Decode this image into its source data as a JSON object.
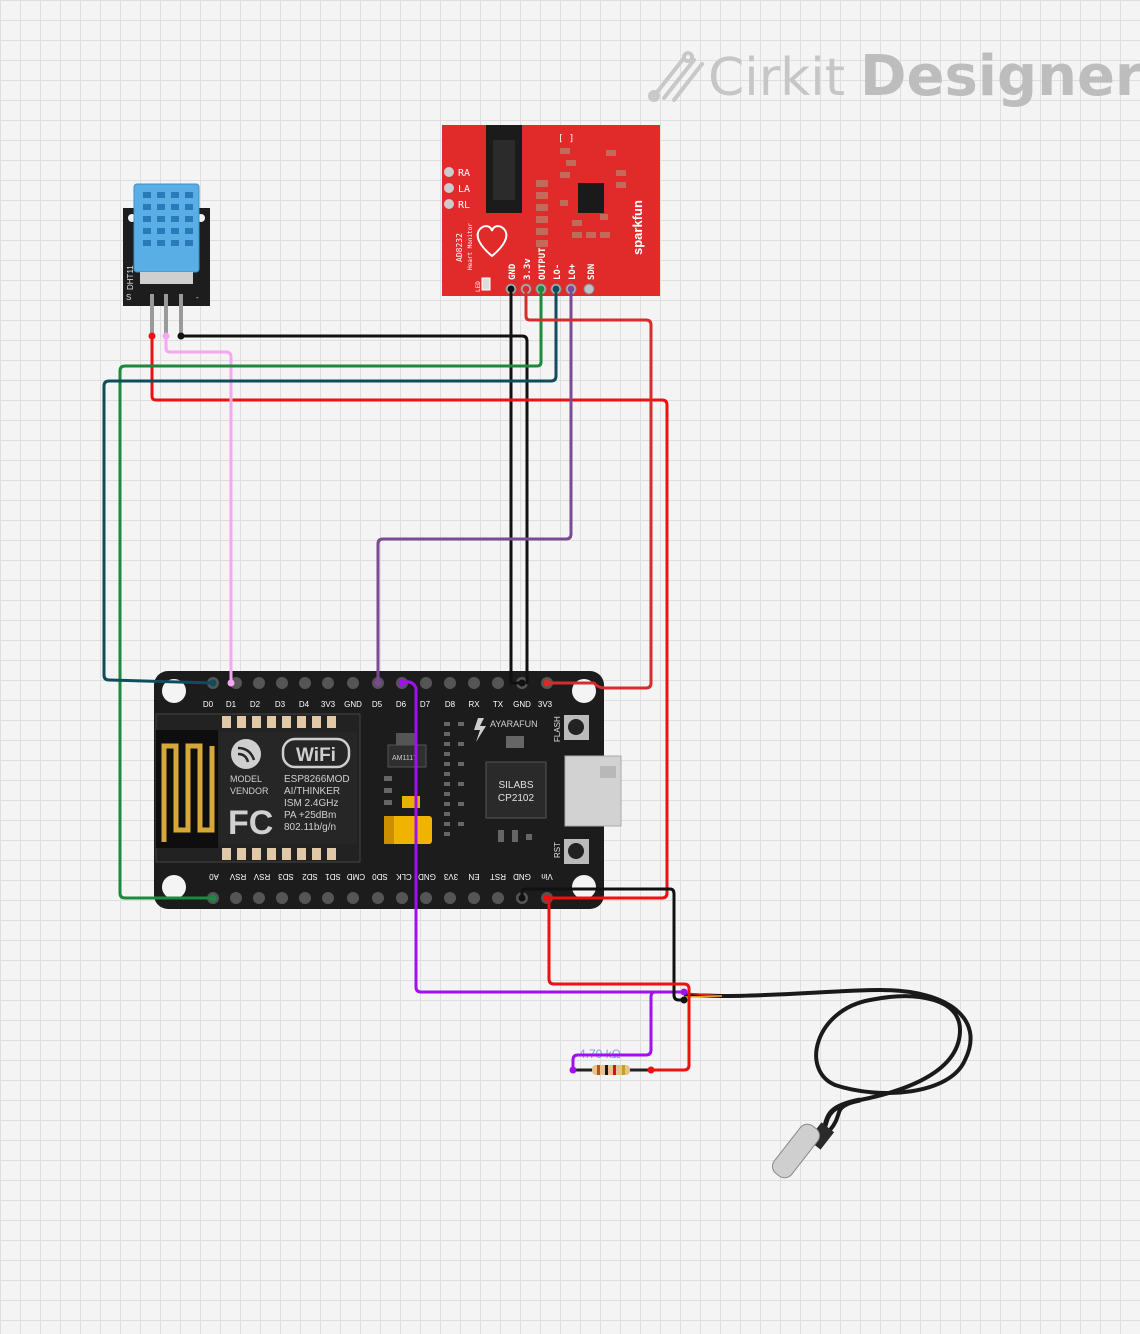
{
  "brand": {
    "name_light": "Cirkit",
    "name_bold": "Designer",
    "icon": "cirkit-logo-icon"
  },
  "ecg": {
    "chip": "AD8232",
    "subtitle": "Heart Monitor",
    "maker": "sparkfun",
    "side_pads": [
      "RA",
      "LA",
      "RL"
    ],
    "pins": [
      "GND",
      "3.3v",
      "OUTPUT",
      "LO-",
      "LO+",
      "SDN"
    ],
    "led_label": "LED",
    "bracket": "[ ]",
    "heart_icon": "heart-icon"
  },
  "dht": {
    "side_label": "DHT11",
    "pins": [
      "S",
      "",
      "-"
    ]
  },
  "nodemcu": {
    "top_pins": [
      "D0",
      "D1",
      "D2",
      "D3",
      "D4",
      "3V3",
      "GND",
      "D5",
      "D6",
      "D7",
      "D8",
      "RX",
      "TX",
      "GND",
      "3V3"
    ],
    "bottom_pins": [
      "A0",
      "RSV",
      "RSV",
      "SD3",
      "SD2",
      "SD1",
      "CMD",
      "SD0",
      "CLK",
      "GND",
      "3V3",
      "EN",
      "RST",
      "GND",
      "Vin"
    ],
    "wifi": "WiFi",
    "model_lines": [
      "MODEL",
      "VENDOR"
    ],
    "module_lines": [
      "ESP8266MOD",
      "AI/THINKER",
      "ISM 2.4GHz",
      "PA +25dBm",
      "802.11b/g/n"
    ],
    "fc": "FC",
    "regulator": "AM1117",
    "maker": "AYARAFUN",
    "usb_chip": [
      "SILABS",
      "CP2102"
    ],
    "flash": "FLASH",
    "rst": "RST"
  },
  "resistor": {
    "value": "4.70 kΩ"
  },
  "colors": {
    "black": "#111111",
    "red": "#ee1111",
    "green": "#1b8a3c",
    "teal": "#0f4c5c",
    "purple": "#7b4a96",
    "magenta": "#a010f0",
    "pink": "#f7a6f0",
    "darkred": "#d72c2c",
    "pcb_red": "#e12a2a",
    "pcb_black": "#1c1c1c",
    "dht_blue": "#5aaee6"
  }
}
